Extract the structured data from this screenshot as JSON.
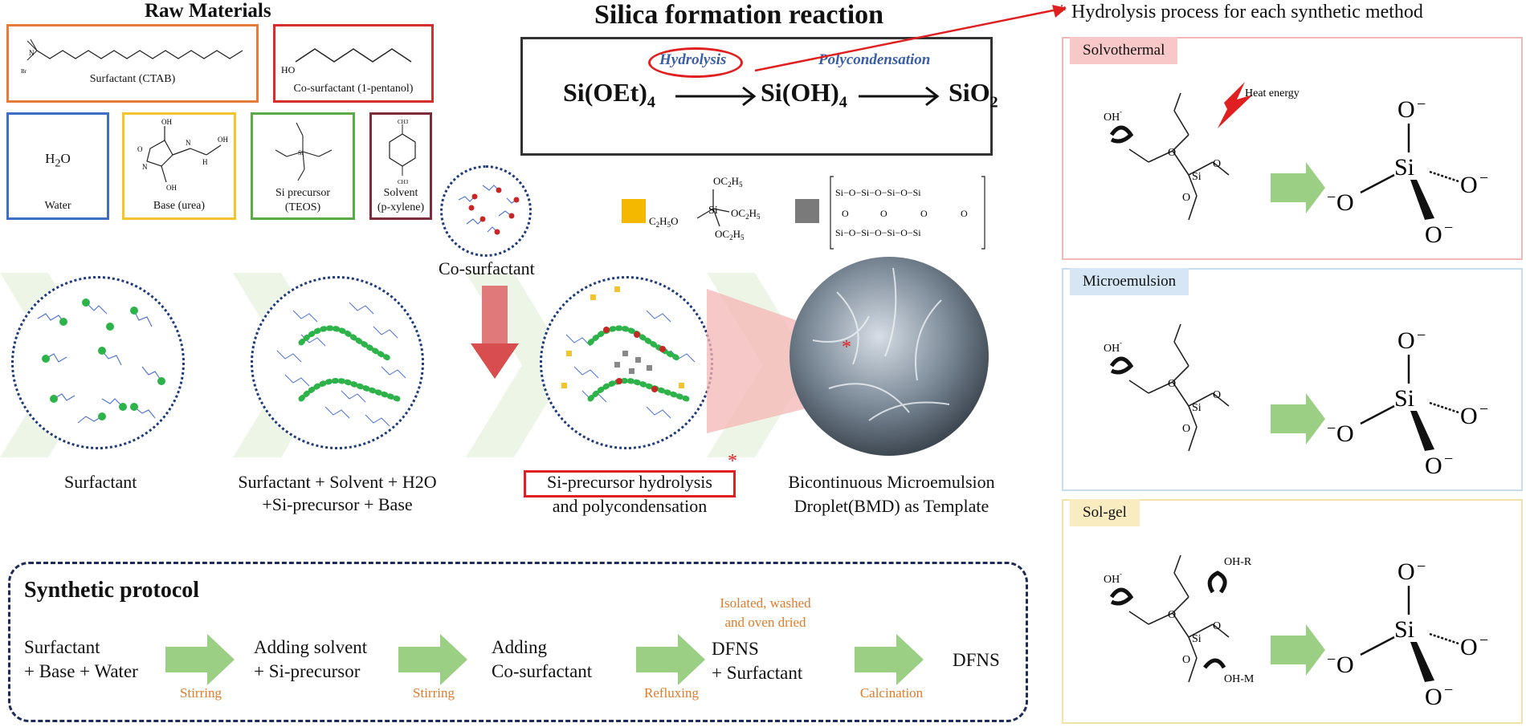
{
  "raw_materials": {
    "title": "Raw Materials",
    "surfactant": "Surfactant (CTAB)",
    "cosurfactant": "Co-surfactant (1-pentanol)",
    "water_formula": "H2O",
    "water": "Water",
    "base": "Base (urea)",
    "si_precursor_1": "Si precursor",
    "si_precursor_2": "(TEOS)",
    "solvent_1": "Solvent",
    "solvent_2": "(p-xylene)",
    "colors": {
      "surfactant": "#e57c3b",
      "cosurfactant": "#d32f2f",
      "water": "#3d6fc4",
      "base": "#f4c430",
      "si": "#5aab46",
      "solvent": "#7b2d3b"
    }
  },
  "reaction": {
    "title": "Silica formation reaction",
    "hydrolysis": "Hydrolysis",
    "polycondensation": "Polycondensation",
    "reactant": "Si(OEt)",
    "intermediate": "Si(OH)",
    "product": "SiO",
    "sub4": "4",
    "sub2": "2"
  },
  "right_note": "Hydrolysis process for each synthetic method",
  "methods": [
    {
      "name": "Solvothermal",
      "heat": "Heat energy",
      "oh": "OH"
    },
    {
      "name": "Microemulsion",
      "oh": "OH"
    },
    {
      "name": "Sol-gel",
      "oh": "OH",
      "ohr": "OH-R",
      "ohm": "OH-M"
    }
  ],
  "stages": {
    "cosurfactant": "Co-surfactant",
    "surfactant": "Surfactant",
    "mix_1": "Surfactant + Solvent + H2O",
    "mix_2": "+Si-precursor + Base",
    "hydro_1": "Si-precursor hydrolysis",
    "hydro_2": "and polycondensation",
    "bmd_1": "Bicontinuous Microemulsion",
    "bmd_2": "Droplet(BMD) as Template"
  },
  "protocol": {
    "title": "Synthetic protocol",
    "steps": [
      {
        "l1": "Surfactant",
        "l2": "+ Base + Water"
      },
      {
        "l1": "Adding solvent",
        "l2": "+ Si-precursor"
      },
      {
        "l1": "Adding",
        "l2": "Co-surfactant"
      },
      {
        "l1": "DFNS",
        "l2": "+ Surfactant"
      },
      {
        "l1": "DFNS",
        "l2": ""
      }
    ],
    "conditions": [
      "Stirring",
      "Stirring",
      "Refluxing",
      "Calcination"
    ],
    "isolated_1": "Isolated, washed",
    "isolated_2": "and oven dried"
  },
  "legend_formula": {
    "oc2h5": "OC2H5",
    "c2h5o": "C2H5O",
    "si": "Si",
    "o": "O"
  }
}
